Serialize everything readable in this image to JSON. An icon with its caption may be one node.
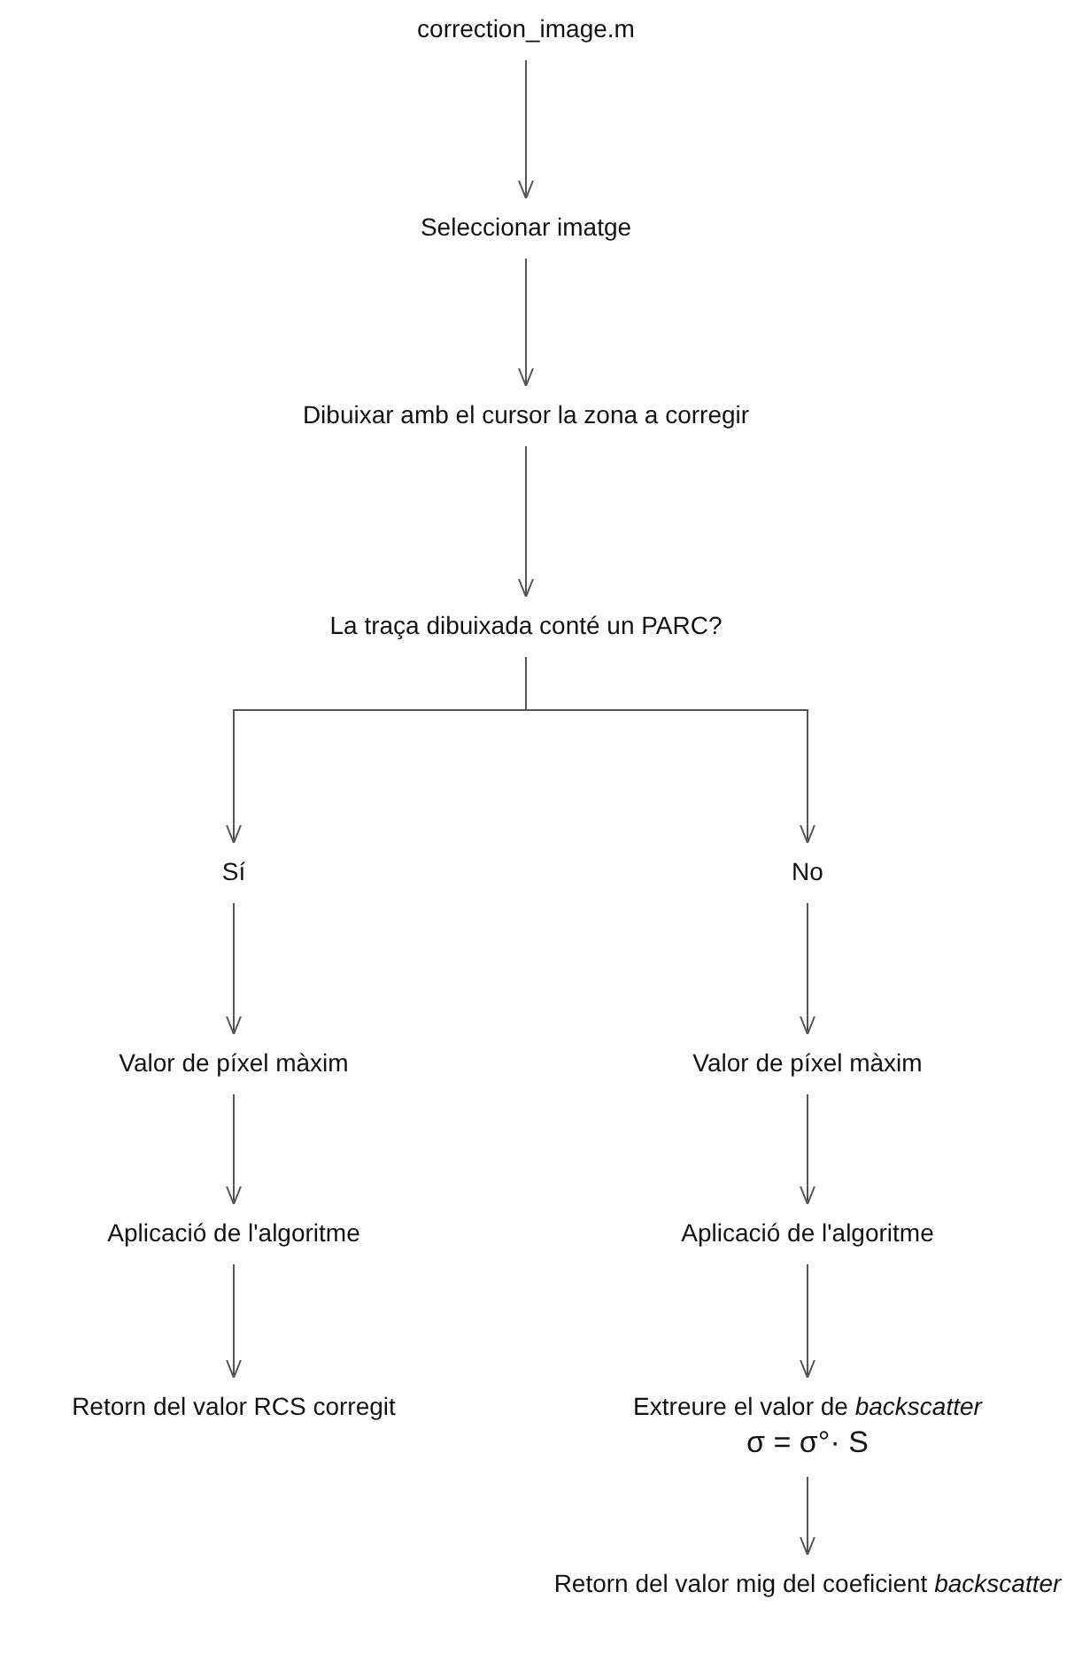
{
  "diagram": {
    "nodes": [
      {
        "text": [
          "correction_image.m"
        ]
      },
      {
        "text": [
          "Seleccionar imatge"
        ]
      },
      {
        "text": [
          "Dibuixar amb el cursor la zona a corregir"
        ]
      },
      {
        "text": [
          "La traça dibuixada conté un PARC?"
        ]
      },
      {
        "text": [
          "Sí"
        ]
      },
      {
        "text": [
          "No"
        ]
      },
      {
        "text": [
          "Valor de píxel màxim"
        ]
      },
      {
        "text": [
          "Aplicació de l'algoritme"
        ]
      },
      {
        "text": [
          "Retorn del valor RCS corregit"
        ]
      },
      {
        "text": [
          "Valor de píxel màxim"
        ]
      },
      {
        "text": [
          "Aplicació de l'algoritme"
        ]
      },
      {
        "text": [
          "Extreure el valor de *backscatter*",
          "σ = σ°· S"
        ]
      },
      {
        "text": [
          "Retorn del valor mig del coeficient *backscatter*"
        ]
      }
    ],
    "edges": [
      {
        "from": 0,
        "to": 1,
        "arrow": "to"
      },
      {
        "from": 1,
        "to": 2,
        "arrow": "to"
      },
      {
        "from": 2,
        "to": 3,
        "arrow": "to"
      },
      {
        "from": 3,
        "to": 4,
        "arrow": "to"
      },
      {
        "from": 3,
        "to": 5,
        "arrow": "to"
      },
      {
        "from": 4,
        "to": 6,
        "arrow": "to"
      },
      {
        "from": 6,
        "to": 7,
        "arrow": "to"
      },
      {
        "from": 7,
        "to": 8,
        "arrow": "to"
      },
      {
        "from": 5,
        "to": 9,
        "arrow": "to"
      },
      {
        "from": 9,
        "to": 10,
        "arrow": "to"
      },
      {
        "from": 10,
        "to": 11,
        "arrow": "to"
      },
      {
        "from": 11,
        "to": 12,
        "arrow": "to"
      }
    ]
  }
}
